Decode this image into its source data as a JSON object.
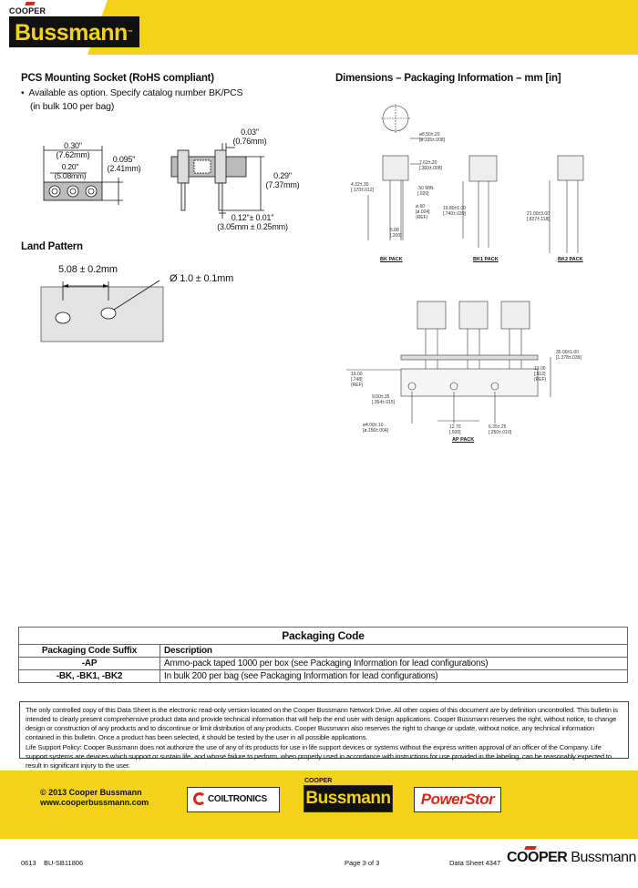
{
  "header": {
    "cooper_label": "COOPER",
    "brand_label": "Bussmann",
    "accent_color": "#f3d21a"
  },
  "left": {
    "pcs_title": "PCS Mounting Socket (RoHS compliant)",
    "pcs_bullet_1": "Available as option. Specify catalog number BK/PCS",
    "pcs_bullet_2": "(in bulk 100 per bag)",
    "socket_dims": {
      "d1": "0.30\"",
      "d1mm": "(7.62mm)",
      "d2": "0.20\"",
      "d2mm": "(5.08mm)",
      "d3": "0.095\"",
      "d3mm": "(2.41mm)",
      "d4": "0.03\"",
      "d4mm": "(0.76mm)",
      "d5": "0.29\"",
      "d5mm": "(7.37mm)",
      "d6": "0.12\"± 0.01\"",
      "d6mm": "(3.05mm ± 0.25mm)"
    },
    "land_title": "Land Pattern",
    "land_spacing": "5.08 ± 0.2mm",
    "land_hole": "Ø 1.0 ± 0.1mm"
  },
  "right": {
    "dims_title": "Dimensions – Packaging Information – mm [in]",
    "labels": {
      "l1": "ø8.50±.20",
      "l1b": "[ø.335±.008]",
      "l2": "7.62±.20",
      "l2b": "[.300±.008]",
      "l3": "4.32±.30",
      "l3b": "[.170±.012]",
      "l4": ".50",
      "l4b": "[.020]",
      "l4c": "MIN.",
      "l5": "ø.60",
      "l5b": "[ø.024]",
      "l5c": "(REF)",
      "l6": "19.80±1.00",
      "l6b": "[.740±.039]",
      "l7": "5.08",
      "l7b": "[.200]",
      "l8": "21.00±3.00",
      "l8b": "[.827±.118]",
      "l9": "35.00±1.00",
      "l9b": "[1.378±.039]",
      "l10": "19.00",
      "l10b": "[.748]",
      "l10c": "(REF)",
      "l11": "9.00±.35",
      "l11b": "[.354±.015]",
      "l12": "13.00",
      "l12b": "[.512]",
      "l12c": "(REF)",
      "l13": "ø4.00±.10",
      "l13b": "[ø.156±.004]",
      "l14": "12.70",
      "l14b": "[.500]",
      "l15": "6.35±.25",
      "l15b": "[.250±.010]"
    },
    "bk_pack": "BK PACK",
    "bk1_pack": "BK1 PACK",
    "bk2_pack": "BK2 PACK",
    "ap_pack": "AP PACK"
  },
  "packaging_table": {
    "caption": "Packaging Code",
    "headers": [
      "Packaging Code Suffix",
      "Description"
    ],
    "rows": [
      [
        "-AP",
        "Ammo-pack taped 1000 per box (see Packaging Information for lead configurations)"
      ],
      [
        "-BK, -BK1, -BK2",
        "In bulk 200 per bag (see Packaging Information for lead configurations)"
      ]
    ]
  },
  "disclaimer": {
    "p1": "The only controlled copy of this Data Sheet is the electronic read-only version located on the Cooper Bussmann Network Drive. All other copies of this document are by definition uncontrolled. This bulletin is intended to clearly present comprehensive product data and provide technical information that will help the end user with design applications. Cooper Bussmann reserves the right, without notice, to change design or construction of any products and to discontinue or limit distribution of any products. Cooper Bussmann also reserves the right to change or update, without notice, any technical information contained in this bulletin. Once a product has been selected, it should be tested by the user in all possible applications.",
    "p2": "Life Support Policy: Cooper Bussmann does not authorize the use of any of its products for use in life support devices or systems without the express written approval of an officer of the Company. Life support systems are devices which support or sustain life, and whose failure to perform, when properly used in accordance with instructions for use provided in the labeling, can be reasonably expected to result in significant injury to the user."
  },
  "footer": {
    "copyright": "© 2013 Cooper Bussmann",
    "website": "www.cooperbussmann.com",
    "brand1": "COILTRONICS",
    "brand2_top": "COOPER",
    "brand2": "Bussmann",
    "brand3": "PowerStor",
    "code1": "0613",
    "code2": "BU-SB11806",
    "page": "Page 3 of 3",
    "datasheet": "Data Sheet 4347",
    "cb_cooper": "COOPER",
    "cb_bussmann": "Bussmann"
  }
}
